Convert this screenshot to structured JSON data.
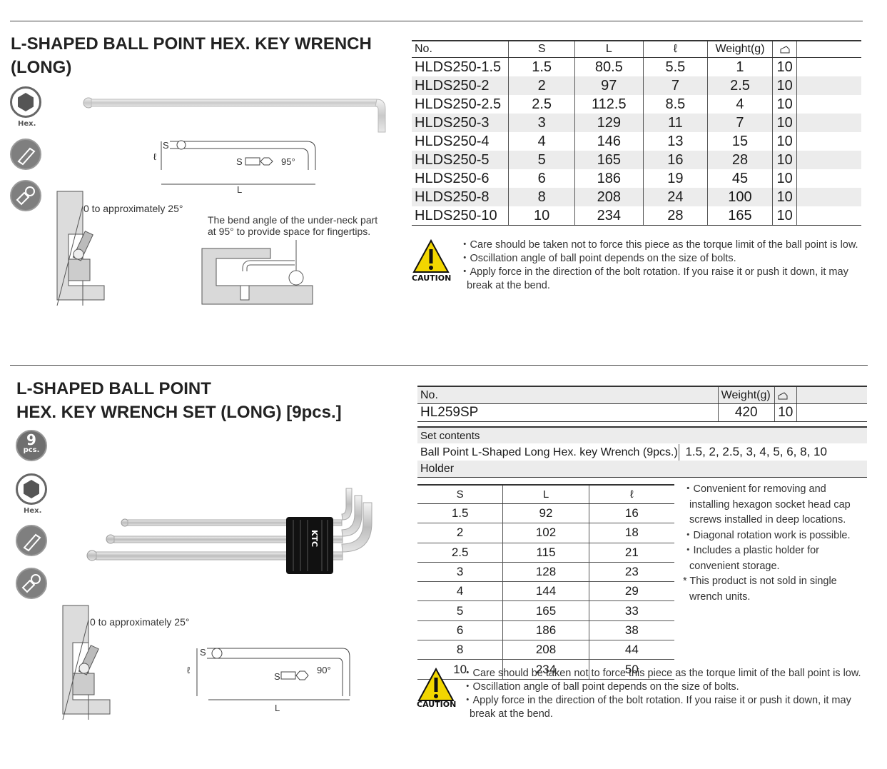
{
  "section1": {
    "title_line1": "L-SHAPED BALL POINT HEX. KEY WRENCH",
    "title_line2": "(LONG)",
    "icon_label": "Hex.",
    "angle_note": "0 to approximately 25°",
    "bend_note_line1": "The bend angle of the under-neck part",
    "bend_note_line2": "at 95° to provide space for fingertips.",
    "dim_s": "S",
    "dim_l": "L",
    "dim_small_l": "ℓ",
    "dim_angle": "95°",
    "table": {
      "headers": [
        "No.",
        "S",
        "L",
        "ℓ",
        "Weight(g)",
        "",
        ""
      ],
      "rows": [
        [
          "HLDS250-1.5",
          "1.5",
          "80.5",
          "5.5",
          "1",
          "10"
        ],
        [
          "HLDS250-2",
          "2",
          "97",
          "7",
          "2.5",
          "10"
        ],
        [
          "HLDS250-2.5",
          "2.5",
          "112.5",
          "8.5",
          "4",
          "10"
        ],
        [
          "HLDS250-3",
          "3",
          "129",
          "11",
          "7",
          "10"
        ],
        [
          "HLDS250-4",
          "4",
          "146",
          "13",
          "15",
          "10"
        ],
        [
          "HLDS250-5",
          "5",
          "165",
          "16",
          "28",
          "10"
        ],
        [
          "HLDS250-6",
          "6",
          "186",
          "19",
          "45",
          "10"
        ],
        [
          "HLDS250-8",
          "8",
          "208",
          "24",
          "100",
          "10"
        ],
        [
          "HLDS250-10",
          "10",
          "234",
          "28",
          "165",
          "10"
        ]
      ]
    },
    "caution_label": "CAUTION",
    "cautions": [
      "・Care should be taken not to force this piece as the torque limit of the ball point is low.",
      "・Oscillation angle of ball point depends on the size of bolts.",
      "・Apply force in the direction of the bolt rotation. If you raise it or push it down, it may break at the bend."
    ]
  },
  "section2": {
    "title_line1": "L-SHAPED BALL POINT",
    "title_line2": "HEX. KEY WRENCH SET (LONG) [9pcs.]",
    "badge_number": "9",
    "badge_unit": "pcs.",
    "icon_label": "Hex.",
    "angle_note": "0 to approximately 25°",
    "holder_brand": "KTC",
    "dim_s": "S",
    "dim_l": "L",
    "dim_small_l": "ℓ",
    "dim_angle": "90°",
    "header": {
      "col_no": "No.",
      "col_weight": "Weight(g)",
      "no": "HL259SP",
      "weight": "420",
      "pack": "10"
    },
    "set_contents_label": "Set contents",
    "set_item_name": "Ball Point L-Shaped Long Hex. key Wrench (9pcs.)",
    "set_item_sizes": "1.5, 2, 2.5, 3, 4, 5, 6, 8, 10",
    "holder_label": "Holder",
    "sub_table": {
      "headers": [
        "S",
        "L",
        "ℓ"
      ],
      "rows": [
        [
          "1.5",
          "92",
          "16"
        ],
        [
          "2",
          "102",
          "18"
        ],
        [
          "2.5",
          "115",
          "21"
        ],
        [
          "3",
          "128",
          "23"
        ],
        [
          "4",
          "144",
          "29"
        ],
        [
          "5",
          "165",
          "33"
        ],
        [
          "6",
          "186",
          "38"
        ],
        [
          "8",
          "208",
          "44"
        ],
        [
          "10",
          "234",
          "50"
        ]
      ]
    },
    "features": [
      "・Convenient for removing and installing hexagon socket head cap screws installed in deep locations.",
      "・Diagonal rotation work is possible.",
      "・Includes a plastic holder for convenient storage.",
      "* This product is not sold in single wrench units."
    ],
    "caution_label": "CAUTION",
    "cautions": [
      "・Care should be taken not to force this piece as the torque limit of the ball point is low.",
      "・Oscillation angle of ball point depends on the size of bolts.",
      "・Apply force in the direction of the bolt rotation. If you raise it or push it down, it may break at the bend."
    ]
  }
}
